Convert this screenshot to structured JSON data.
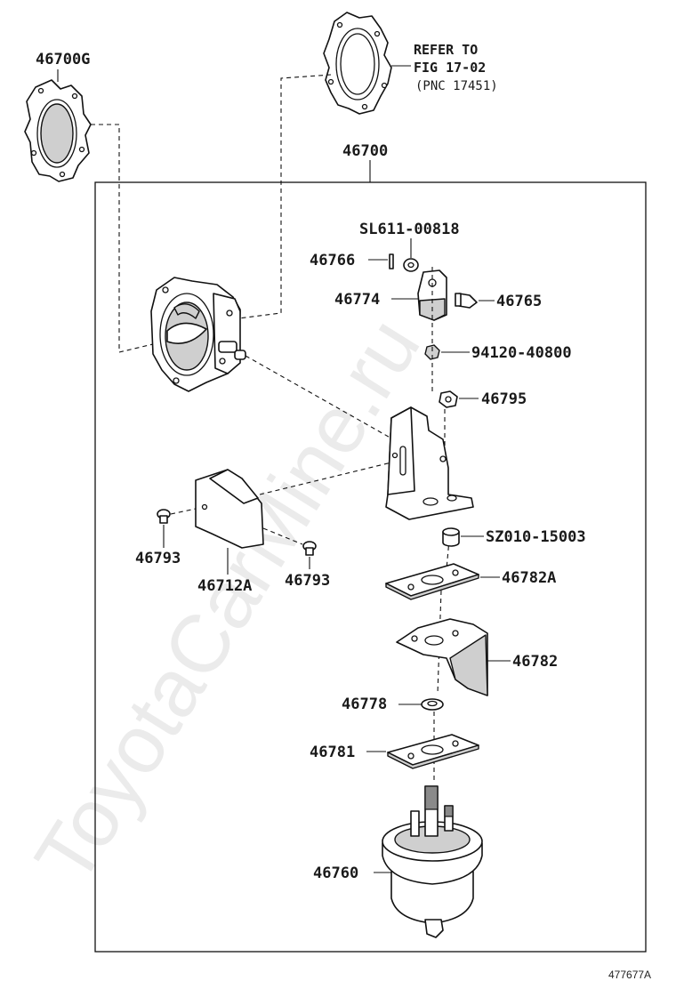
{
  "watermark": "ToyotaCarMine.ru",
  "figure_id": "477677A",
  "reference_note": {
    "line1": "REFER TO",
    "line2": "FIG 17-02",
    "line3": "(PNC 17451)"
  },
  "part_labels": {
    "p46700G": "46700G",
    "p46700": "46700",
    "pSL611": "SL611-00818",
    "p46766": "46766",
    "p46774": "46774",
    "p46765": "46765",
    "p94120": "94120-40800",
    "p46795": "46795",
    "p46793a": "46793",
    "p46712A": "46712A",
    "p46793b": "46793",
    "pSZ010": "SZ010-15003",
    "p46782A": "46782A",
    "p46782": "46782",
    "p46778": "46778",
    "p46781": "46781",
    "p46760": "46760"
  }
}
